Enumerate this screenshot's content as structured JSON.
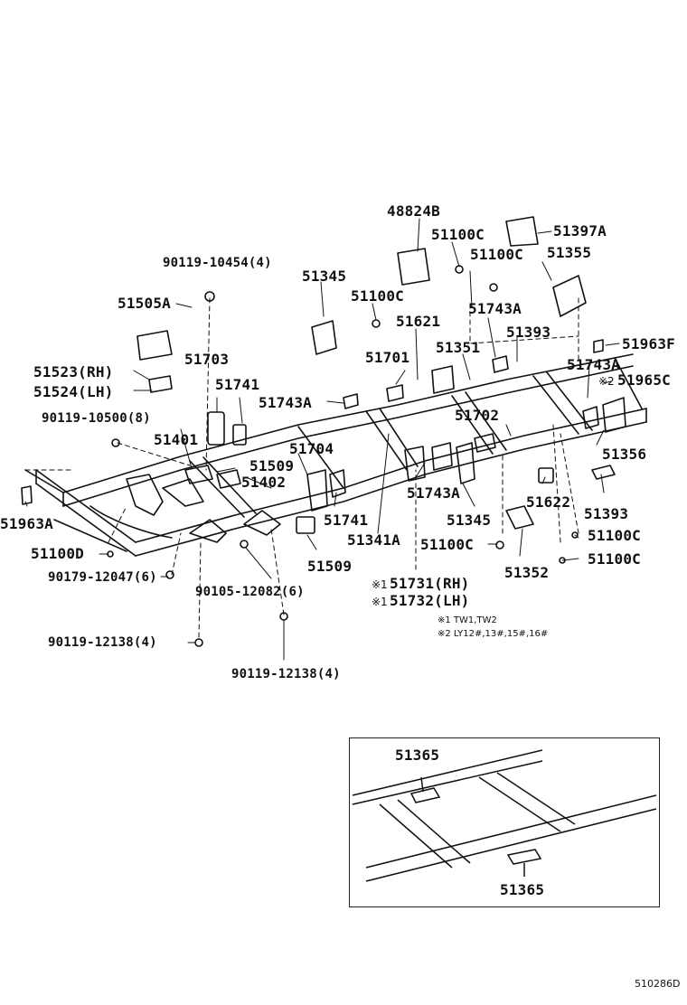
{
  "labels": {
    "p48824B": "48824B",
    "p51100C_a": "51100C",
    "p51397A": "51397A",
    "p51100C_b": "51100C",
    "p51355": "51355",
    "p90119_10454": "90119-10454(4)",
    "p51345_a": "51345",
    "p51100C_c": "51100C",
    "p51743A_a": "51743A",
    "p51505A": "51505A",
    "p51621": "51621",
    "p51393_a": "51393",
    "p51963F": "51963F",
    "p51351": "51351",
    "p51743A_b": "51743A",
    "p51523RH": "51523(RH)",
    "p51703": "51703",
    "p51701": "51701",
    "p51965C": "51965C",
    "p51524LH": "51524(LH)",
    "p51741_a": "51741",
    "p51743A_c": "51743A",
    "p90119_10500": "90119-10500(8)",
    "p51702": "51702",
    "p51401": "51401",
    "p51356": "51356",
    "p51704": "51704",
    "p51509_a": "51509",
    "p51402": "51402",
    "p51743A_d": "51743A",
    "p51393_b": "51393",
    "p51622": "51622",
    "p51741_b": "51741",
    "p51345_b": "51345",
    "p51963A": "51963A",
    "p51100C_d": "51100C",
    "p51341A": "51341A",
    "p51100C_e": "51100C",
    "p51100D": "51100D",
    "p51509_b": "51509",
    "p51352": "51352",
    "p51100C_f": "51100C",
    "p90179_12047": "90179-12047(6)",
    "p51731RH": "51731(RH)",
    "p90105_12082": "90105-12082(6)",
    "p51732LH": "51732(LH)",
    "p90119_12138_a": "90119-12138(4)",
    "p90119_12138_b": "90119-12138(4)",
    "p51365_a": "51365",
    "p51365_b": "51365"
  },
  "marks": {
    "m1a": "※1",
    "m1b": "※1",
    "m2": "※2"
  },
  "notes": {
    "note1": "※1 TW1,TW2",
    "note2": "※2 LY12#,13#,15#,16#"
  },
  "figure_code": "510286D"
}
